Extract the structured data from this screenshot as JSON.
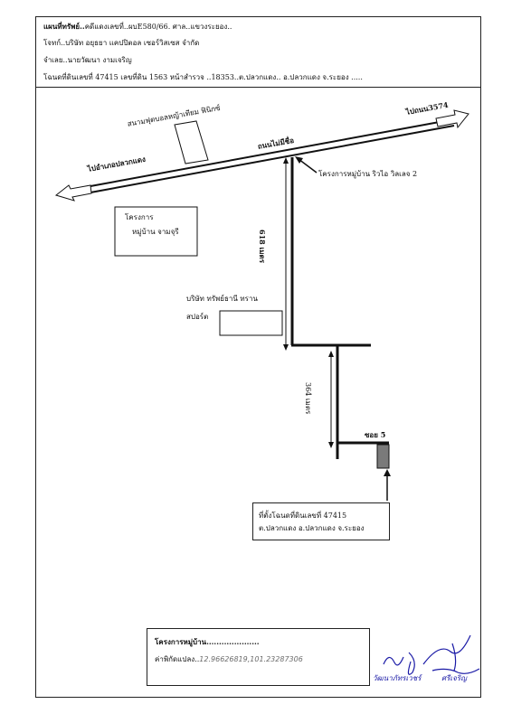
{
  "header": {
    "line1_title": "แผนที่ทรัพย์..",
    "line1_rest": "คดีแดงเลขที่..ผบE580/66. ศาล..แขวงระยอง..",
    "line2": "โจทก์..บริษัท อยุธยา แคปปิตอล เซอร์วิสเซส จำกัด",
    "line3": "จำเลย..นายวัฒนา งามเจริญ",
    "line4": "โฉนดที่ดินเลขที่ 47415 เลขที่ดิน 1563 หน้าสำรวจ ..18353..ต.ปลวกแดง.. อ.ปลวกแดง จ.ระยอง ....."
  },
  "map": {
    "to_pluak_daeng": "ไปอำเภอปลวกแดง",
    "to_road_3574": "ไปถนน3574",
    "road_name": "ถนนไม่มีชื่อ",
    "football_field": "สนามฟุตบอลหญ้าเทียม ฟินิกซ์",
    "project_jamjuree_1": "โครงการ",
    "project_jamjuree_2": "หมู่บ้าน จามจุรี",
    "village_project_label": "โครงการหมู่บ้าน ริวไอ วิลเลจ 2",
    "distance_618": "618 เมตร",
    "company_1": "บริษัท ทรัพย์ธานี ทราน",
    "company_2": "สปอร์ต",
    "distance_364": "364 เมตร",
    "soi": "ซอย 5",
    "deed_location_1": "ที่ตั้งโฉนดที่ดินเลขที่ 47415",
    "deed_location_2": "ต.ปลวกแดง อ.ปลวกแดง จ.ระยอง"
  },
  "footer": {
    "project_label": "โครงการหมู่บ้าน.....................",
    "coords_label": "ค่าพิกัดแปลง..",
    "coords_value": "12.96626819,101.23287306",
    "signature_name_1": "วัฒนาภัทรเวชร์",
    "signature_name_2": "ศรีเจริญ"
  },
  "colors": {
    "ink": "#111111",
    "plot_fill": "#7a7a7a",
    "handwriting": "#6b6b6b",
    "signature": "#1a1aa6"
  }
}
